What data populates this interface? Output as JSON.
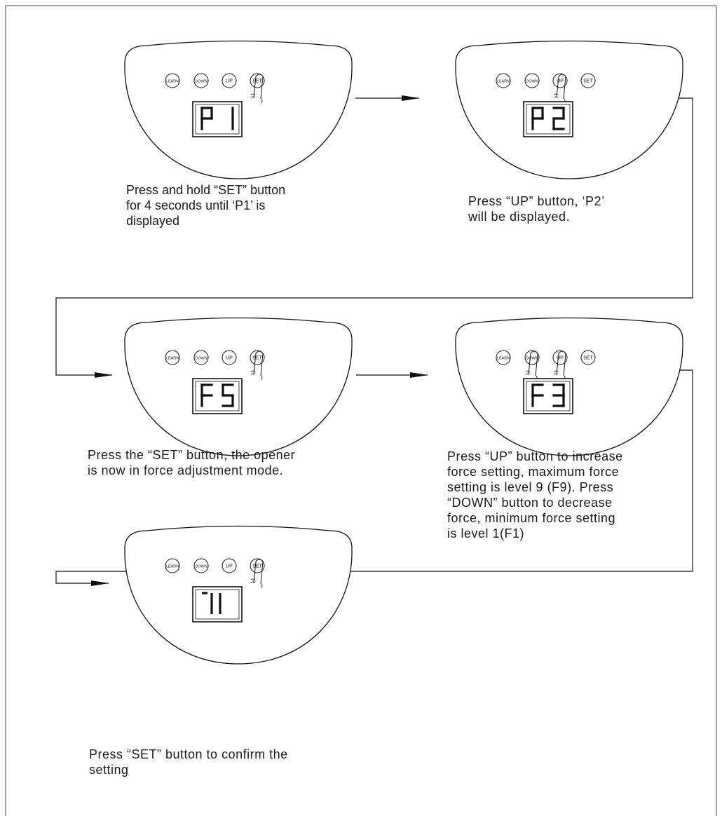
{
  "steps": [
    {
      "id": "step1",
      "display": "P1",
      "pressed": [
        "SET"
      ],
      "caption": "Press and hold “SET” button\nfor 4 seconds until ‘P1’ is\ndisplayed"
    },
    {
      "id": "step2",
      "display": "P2",
      "pressed": [
        "UP"
      ],
      "caption": "Press “UP” button, ‘P2’\nwill be displayed."
    },
    {
      "id": "step3",
      "display": "F5",
      "pressed": [
        "SET"
      ],
      "caption": "Press the “SET” button, the opener\nis now in force adjustment mode."
    },
    {
      "id": "step4",
      "display": "F3",
      "pressed": [
        "DOWN",
        "UP"
      ],
      "caption": "Press “UP” button to increase\nforce setting, maximum force\nsetting is level 9 (F9). Press\n“DOWN” button to decrease\nforce, minimum force setting\nis level 1(F1)"
    },
    {
      "id": "step5",
      "display": "-11",
      "pressed": [
        "SET"
      ],
      "caption": "Press “SET” button to confirm the\nsetting"
    }
  ],
  "buttons": [
    "LEARN",
    "DOWN",
    "UP",
    "SET"
  ]
}
